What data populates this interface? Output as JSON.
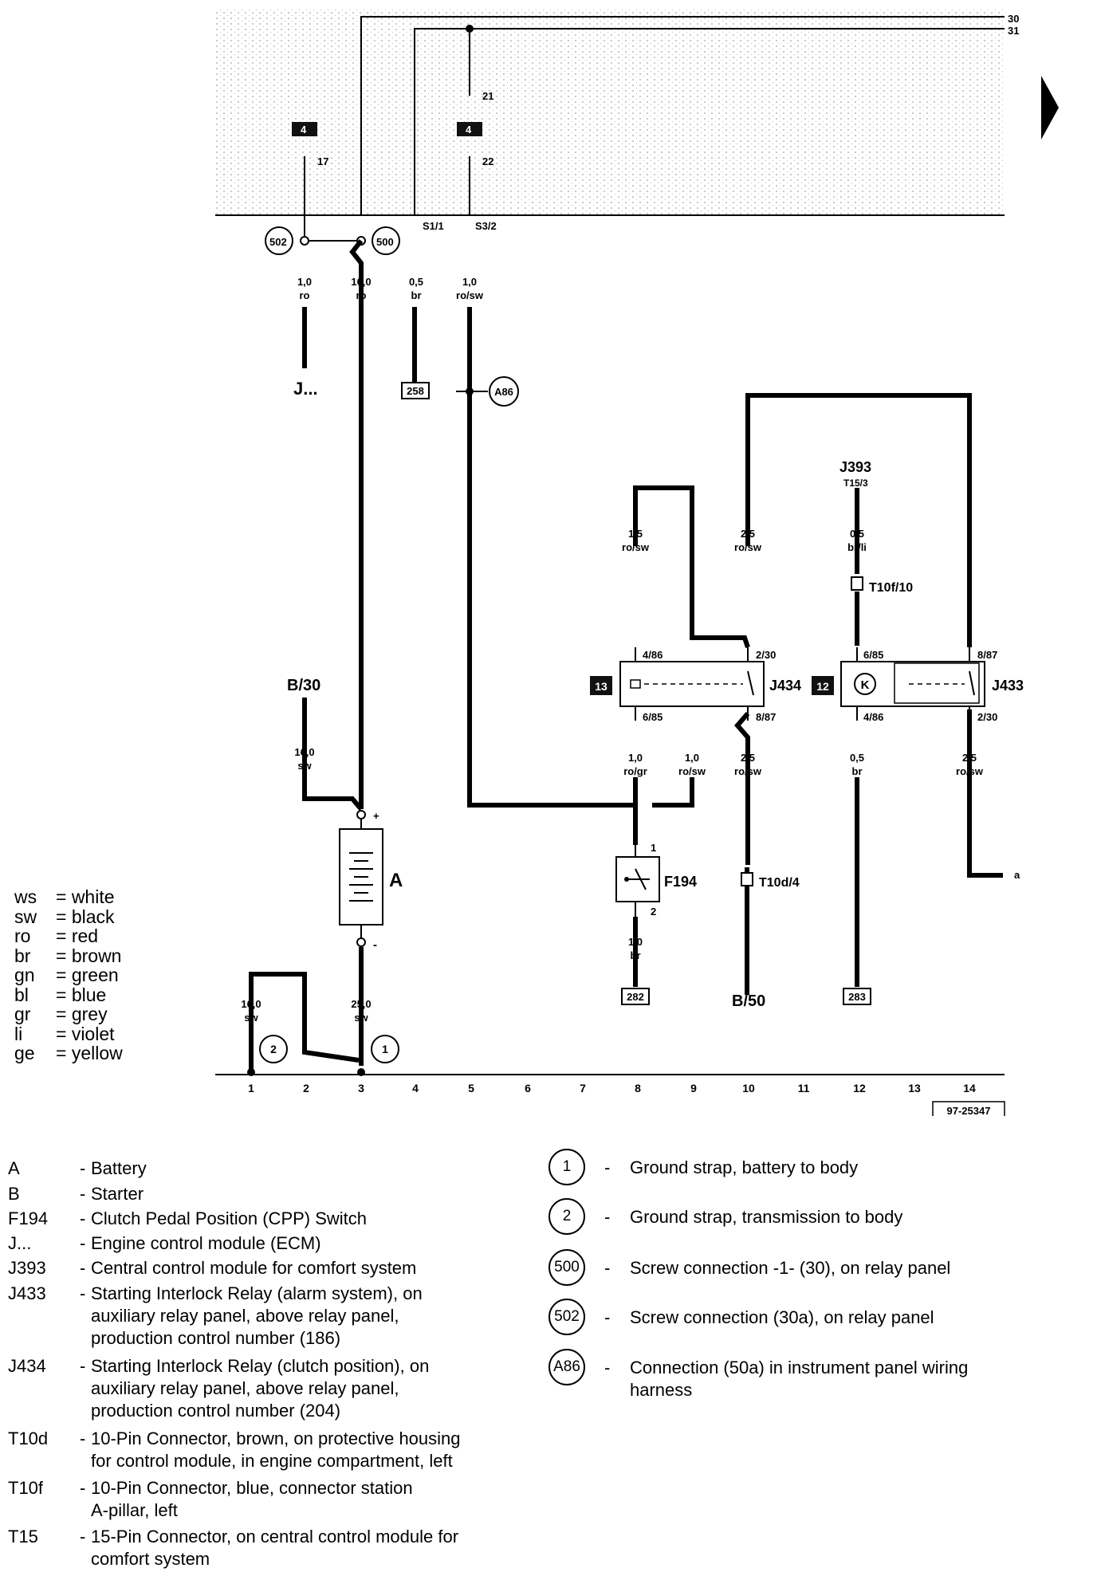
{
  "rails": {
    "r30": "30",
    "r31": "31"
  },
  "fuses": {
    "f17": "4",
    "f17_pin": "17",
    "f22": "4",
    "f22_pin": "22",
    "f21_pin": "21"
  },
  "panel_pins": {
    "s1": "S1/1",
    "s3": "S3/2"
  },
  "circles": {
    "c500": "500",
    "c502": "502",
    "a86": "A86",
    "g1": "1",
    "g2": "2"
  },
  "wires": [
    {
      "id": "w1",
      "size": "1,0",
      "color": "ro"
    },
    {
      "id": "w2",
      "size": "16,0",
      "color": "ro"
    },
    {
      "id": "w3",
      "size": "0,5",
      "color": "br"
    },
    {
      "id": "w4",
      "size": "1,0",
      "color": "ro/sw"
    },
    {
      "id": "w5",
      "size": "16,0",
      "color": "sw"
    },
    {
      "id": "w6",
      "size": "1,5",
      "color": "ro/sw"
    },
    {
      "id": "w7",
      "size": "2,5",
      "color": "ro/sw"
    },
    {
      "id": "w8",
      "size": "0,5",
      "color": "br/li"
    },
    {
      "id": "w9",
      "size": "1,0",
      "color": "ro/gr"
    },
    {
      "id": "w10",
      "size": "1,0",
      "color": "ro/sw"
    },
    {
      "id": "w11",
      "size": "2,5",
      "color": "ro/sw"
    },
    {
      "id": "w12",
      "size": "0,5",
      "color": "br"
    },
    {
      "id": "w13",
      "size": "2,5",
      "color": "ro/sw"
    },
    {
      "id": "w14",
      "size": "1,0",
      "color": "br"
    },
    {
      "id": "w15",
      "size": "16,0",
      "color": "sw"
    },
    {
      "id": "w16",
      "size": "25,0",
      "color": "sw"
    }
  ],
  "refs": {
    "j_ecm": "J...",
    "r258": "258",
    "r282": "282",
    "r283": "283",
    "a_out": "a",
    "b30": "B/30",
    "b50": "B/50"
  },
  "components": {
    "j393": "J393",
    "j393_pin": "T15/3",
    "t10f": "T10f/10",
    "t10d": "T10d/4",
    "j434": "J434",
    "j434_num": "13",
    "j434_pins": {
      "p1": "4/86",
      "p2": "2/30",
      "p3": "6/85",
      "p4": "8/87"
    },
    "j433": "J433",
    "j433_num": "12",
    "j433_pins": {
      "p1": "6/85",
      "p2": "8/87",
      "p3": "4/86",
      "p4": "2/30"
    },
    "battery": "A",
    "plus": "+",
    "minus": "-",
    "f194": "F194",
    "f194_p1": "1",
    "f194_p2": "2"
  },
  "ground_numbers": [
    "1",
    "2",
    "3",
    "4",
    "5",
    "6",
    "7",
    "8",
    "9",
    "10",
    "11",
    "12",
    "13",
    "14"
  ],
  "diagram_id": "97-25347",
  "color_abbreviations": [
    {
      "abbr": "ws",
      "meaning": "= white"
    },
    {
      "abbr": "sw",
      "meaning": "= black"
    },
    {
      "abbr": "ro",
      "meaning": "= red"
    },
    {
      "abbr": "br",
      "meaning": "= brown"
    },
    {
      "abbr": "gn",
      "meaning": "= green"
    },
    {
      "abbr": "bl",
      "meaning": "= blue"
    },
    {
      "abbr": "gr",
      "meaning": "= grey"
    },
    {
      "abbr": "li",
      "meaning": "= violet"
    },
    {
      "abbr": "ge",
      "meaning": "= yellow"
    }
  ],
  "component_legend": [
    {
      "code": "A",
      "dash": "-",
      "desc": "Battery"
    },
    {
      "code": "B",
      "dash": "-",
      "desc": "Starter"
    },
    {
      "code": "F194",
      "dash": "-",
      "desc": "Clutch Pedal Position (CPP) Switch"
    },
    {
      "code": "J...",
      "dash": "-",
      "desc": "Engine control module (ECM)"
    },
    {
      "code": "J393",
      "dash": "-",
      "desc": "Central control module for comfort system"
    },
    {
      "code": "J433",
      "dash": "-",
      "desc": "Starting Interlock Relay (alarm system), on\nauxiliary relay panel, above relay panel,\nproduction control number (186)"
    },
    {
      "code": "J434",
      "dash": "-",
      "desc": "Starting Interlock Relay (clutch position), on\nauxiliary relay panel, above relay panel,\nproduction control number (204)"
    },
    {
      "code": "T10d",
      "dash": "-",
      "desc": "10-Pin Connector, brown, on protective housing\nfor control module, in engine compartment, left"
    },
    {
      "code": "T10f",
      "dash": "-",
      "desc": "10-Pin Connector, blue, connector station\nA-pillar, left"
    },
    {
      "code": "T15",
      "dash": "-",
      "desc": "15-Pin Connector, on central control module for\ncomfort system"
    }
  ],
  "ground_legend": [
    {
      "num": "1",
      "dash": "-",
      "desc": "Ground strap, battery to body"
    },
    {
      "num": "2",
      "dash": "-",
      "desc": "Ground strap, transmission to body"
    },
    {
      "num": "500",
      "dash": "-",
      "desc": "Screw connection -1- (30), on relay panel"
    },
    {
      "num": "502",
      "dash": "-",
      "desc": "Screw connection (30a), on relay panel"
    },
    {
      "num": "A86",
      "dash": "-",
      "desc": "Connection (50a) in instrument panel wiring\nharness"
    }
  ]
}
